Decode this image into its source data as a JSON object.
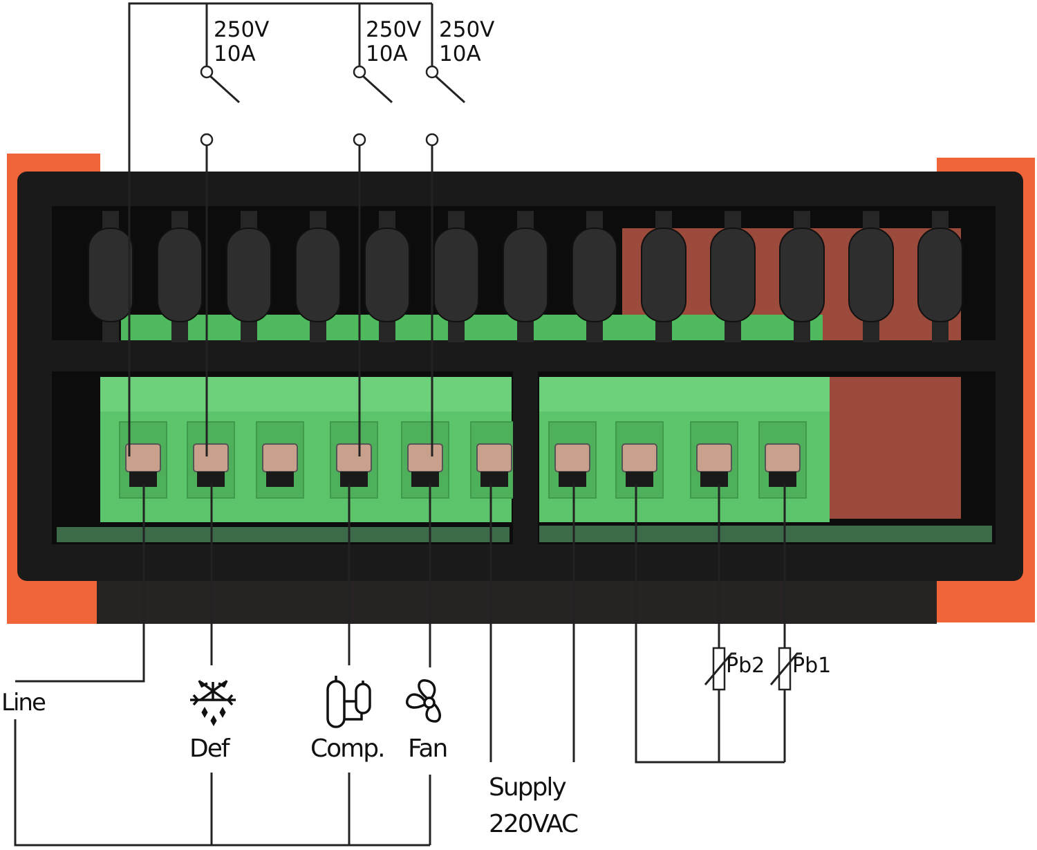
{
  "relays": [
    {
      "voltage": "250V",
      "current": "10A"
    },
    {
      "voltage": "250V",
      "current": "10A"
    },
    {
      "voltage": "250V",
      "current": "10A"
    }
  ],
  "outputs": {
    "line": "Line",
    "defrost": "Def",
    "compressor": "Comp.",
    "fan": "Fan"
  },
  "supply": {
    "line1": "Supply",
    "line2": "220VAC"
  },
  "probes": {
    "probe2": "Pb2",
    "probe1": "Pb1"
  },
  "icons": [
    "snowflake-defrost-icon",
    "compressor-icon",
    "fan-icon"
  ],
  "colors": {
    "housing": "#1a1a1a",
    "flange": "#f0643a",
    "terminal": "#5cc46a",
    "window": "#9b4a3c"
  }
}
